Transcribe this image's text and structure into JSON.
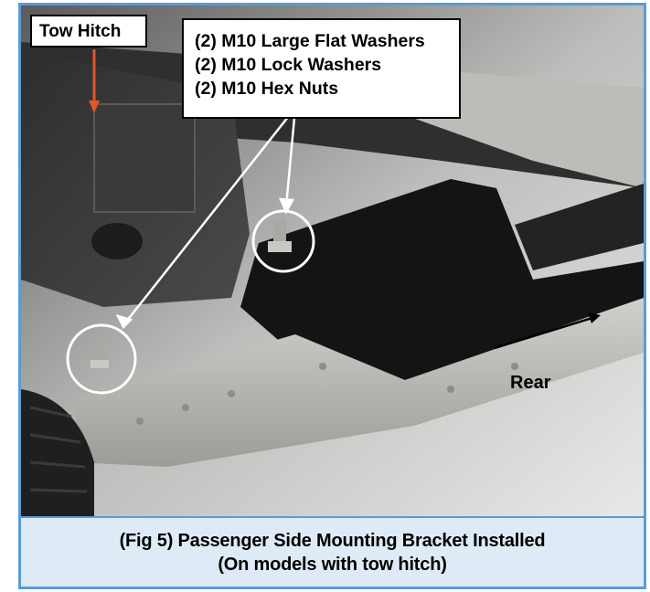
{
  "labels": {
    "tow_hitch": "Tow Hitch",
    "parts": [
      "(2) M10 Large Flat Washers",
      "(2) M10 Lock Washers",
      "(2) M10 Hex Nuts"
    ],
    "rear": "Rear"
  },
  "caption": {
    "line1": "(Fig 5) Passenger Side Mounting Bracket Installed",
    "line2": "(On models with tow hitch)"
  },
  "colors": {
    "border": "#5b9bd5",
    "caption_bg": "#deebf7",
    "pointer_arrow": "#e2552a"
  }
}
